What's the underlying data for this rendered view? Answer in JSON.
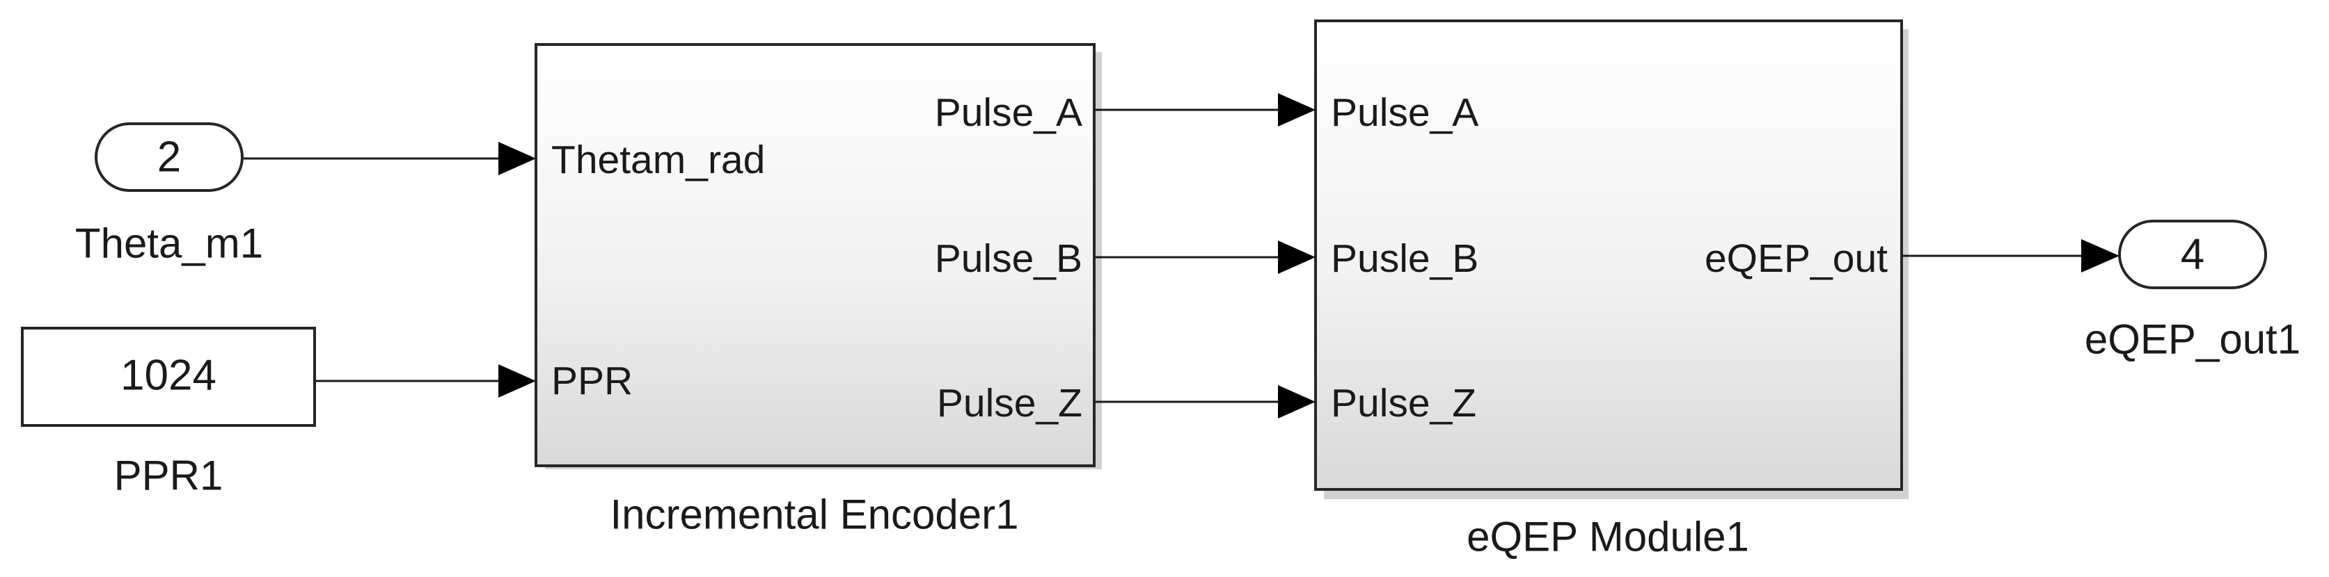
{
  "inport": {
    "number": "2",
    "name": "Theta_m1"
  },
  "constant": {
    "value": "1024",
    "name": "PPR1"
  },
  "encoder": {
    "name": "Incremental Encoder1",
    "inputs": [
      "Thetam_rad",
      "PPR"
    ],
    "outputs": [
      "Pulse_A",
      "Pulse_B",
      "Pulse_Z"
    ]
  },
  "eqep": {
    "name": "eQEP Module1",
    "inputs": [
      "Pulse_A",
      "Pusle_B",
      "Pulse_Z"
    ],
    "output": "eQEP_out"
  },
  "outport": {
    "number": "4",
    "name": "eQEP_out1"
  }
}
